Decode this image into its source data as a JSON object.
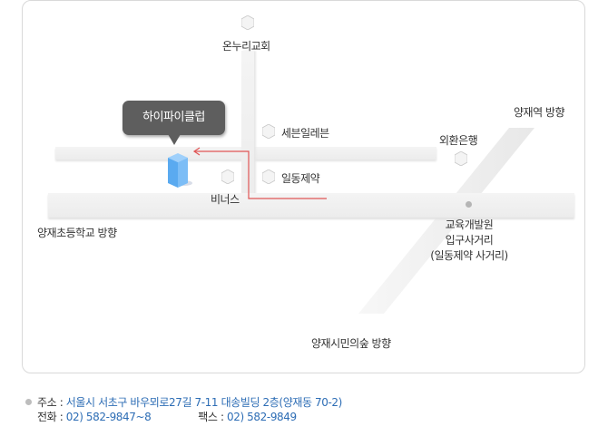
{
  "map": {
    "destination_label": "하이파이클럽",
    "landmarks": [
      {
        "name": "온누리교회"
      },
      {
        "name": "세븐일레븐"
      },
      {
        "name": "일동제약"
      },
      {
        "name": "비너스"
      },
      {
        "name": "외환은행"
      }
    ],
    "directions": {
      "north_east": "양재역 방향",
      "west": "양재초등학교 방향",
      "south": "양재시민의숲 방향"
    },
    "intersection": {
      "line1": "교육개발원",
      "line2": "입구사거리",
      "line3": "(일동제약 사거리)"
    },
    "colors": {
      "route": "#e05555",
      "building": "#5aaaf0",
      "bubble": "#5e5e5e",
      "road": "#f0f0f0"
    }
  },
  "info": {
    "address_label": "주소 :",
    "address_value": "서울시 서초구 바우뫼로27길 7-11 대송빌딩 2층(양재동 70-2)",
    "phone_label": "전화 :",
    "phone_value": "02) 582-9847~8",
    "fax_label": "팩스 :",
    "fax_value": "02) 582-9849"
  }
}
